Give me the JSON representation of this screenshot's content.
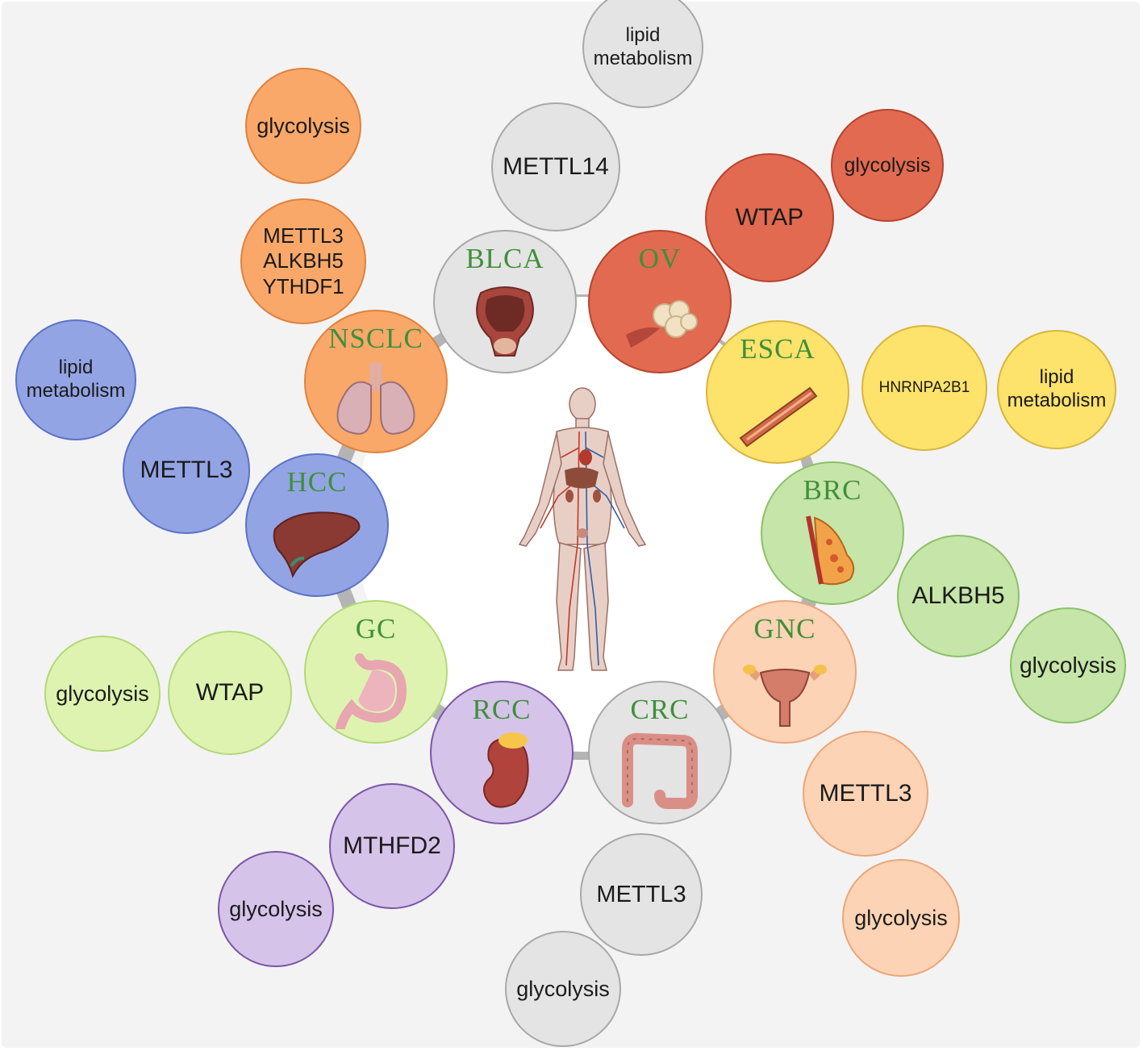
{
  "diagram": {
    "background_color": "#f3f3f3",
    "ring_color": "#b4b4b4",
    "center_icon": "human-anatomy-icon",
    "cancers": [
      {
        "id": "blca",
        "label": "BLCA",
        "fill": "#e4e4e4",
        "border": "#a8a8a8",
        "organ_icon": "bladder-icon",
        "nodes": [
          {
            "lines": [
              "METTL14"
            ]
          },
          {
            "lines": [
              "lipid",
              "metabolism"
            ]
          }
        ]
      },
      {
        "id": "ov",
        "label": "OV",
        "fill": "#e16a50",
        "border": "#b8432d",
        "organ_icon": "ovary-icon",
        "nodes": [
          {
            "lines": [
              "WTAP"
            ]
          },
          {
            "lines": [
              "glycolysis"
            ]
          }
        ]
      },
      {
        "id": "esca",
        "label": "ESCA",
        "fill": "#fde26c",
        "border": "#d9b53c",
        "organ_icon": "esophagus-icon",
        "nodes": [
          {
            "lines": [
              "HNRNPA2B1"
            ]
          },
          {
            "lines": [
              "lipid",
              "metabolism"
            ]
          }
        ]
      },
      {
        "id": "brc",
        "label": "BRC",
        "fill": "#c6e5a8",
        "border": "#8cc068",
        "organ_icon": "breast-icon",
        "nodes": [
          {
            "lines": [
              "ALKBH5"
            ]
          },
          {
            "lines": [
              "glycolysis"
            ]
          }
        ]
      },
      {
        "id": "gnc",
        "label": "GNC",
        "fill": "#fcd3b4",
        "border": "#eaa67a",
        "organ_icon": "uterus-icon",
        "nodes": [
          {
            "lines": [
              "METTL3"
            ]
          },
          {
            "lines": [
              "glycolysis"
            ]
          }
        ]
      },
      {
        "id": "crc",
        "label": "CRC",
        "fill": "#e4e4e4",
        "border": "#a8a8a8",
        "organ_icon": "colon-icon",
        "nodes": [
          {
            "lines": [
              "METTL3"
            ]
          },
          {
            "lines": [
              "glycolysis"
            ]
          }
        ]
      },
      {
        "id": "rcc",
        "label": "RCC",
        "fill": "#d6c3ea",
        "border": "#7a55a6",
        "organ_icon": "kidney-icon",
        "nodes": [
          {
            "lines": [
              "MTHFD2"
            ]
          },
          {
            "lines": [
              "glycolysis"
            ]
          }
        ]
      },
      {
        "id": "gc",
        "label": "GC",
        "fill": "#def3b0",
        "border": "#b3d878",
        "organ_icon": "stomach-icon",
        "nodes": [
          {
            "lines": [
              "WTAP"
            ]
          },
          {
            "lines": [
              "glycolysis"
            ]
          }
        ]
      },
      {
        "id": "hcc",
        "label": "HCC",
        "fill": "#93a4e4",
        "border": "#5a72c8",
        "organ_icon": "liver-icon",
        "nodes": [
          {
            "lines": [
              "METTL3"
            ]
          },
          {
            "lines": [
              "lipid",
              "metabolism"
            ]
          }
        ]
      },
      {
        "id": "nsclc",
        "label": "NSCLC",
        "fill": "#f9a86a",
        "border": "#e0813b",
        "organ_icon": "lungs-icon",
        "nodes": [
          {
            "lines": [
              "METTL3",
              "ALKBH5",
              "YTHDF1"
            ]
          },
          {
            "lines": [
              "glycolysis"
            ]
          }
        ]
      }
    ]
  }
}
